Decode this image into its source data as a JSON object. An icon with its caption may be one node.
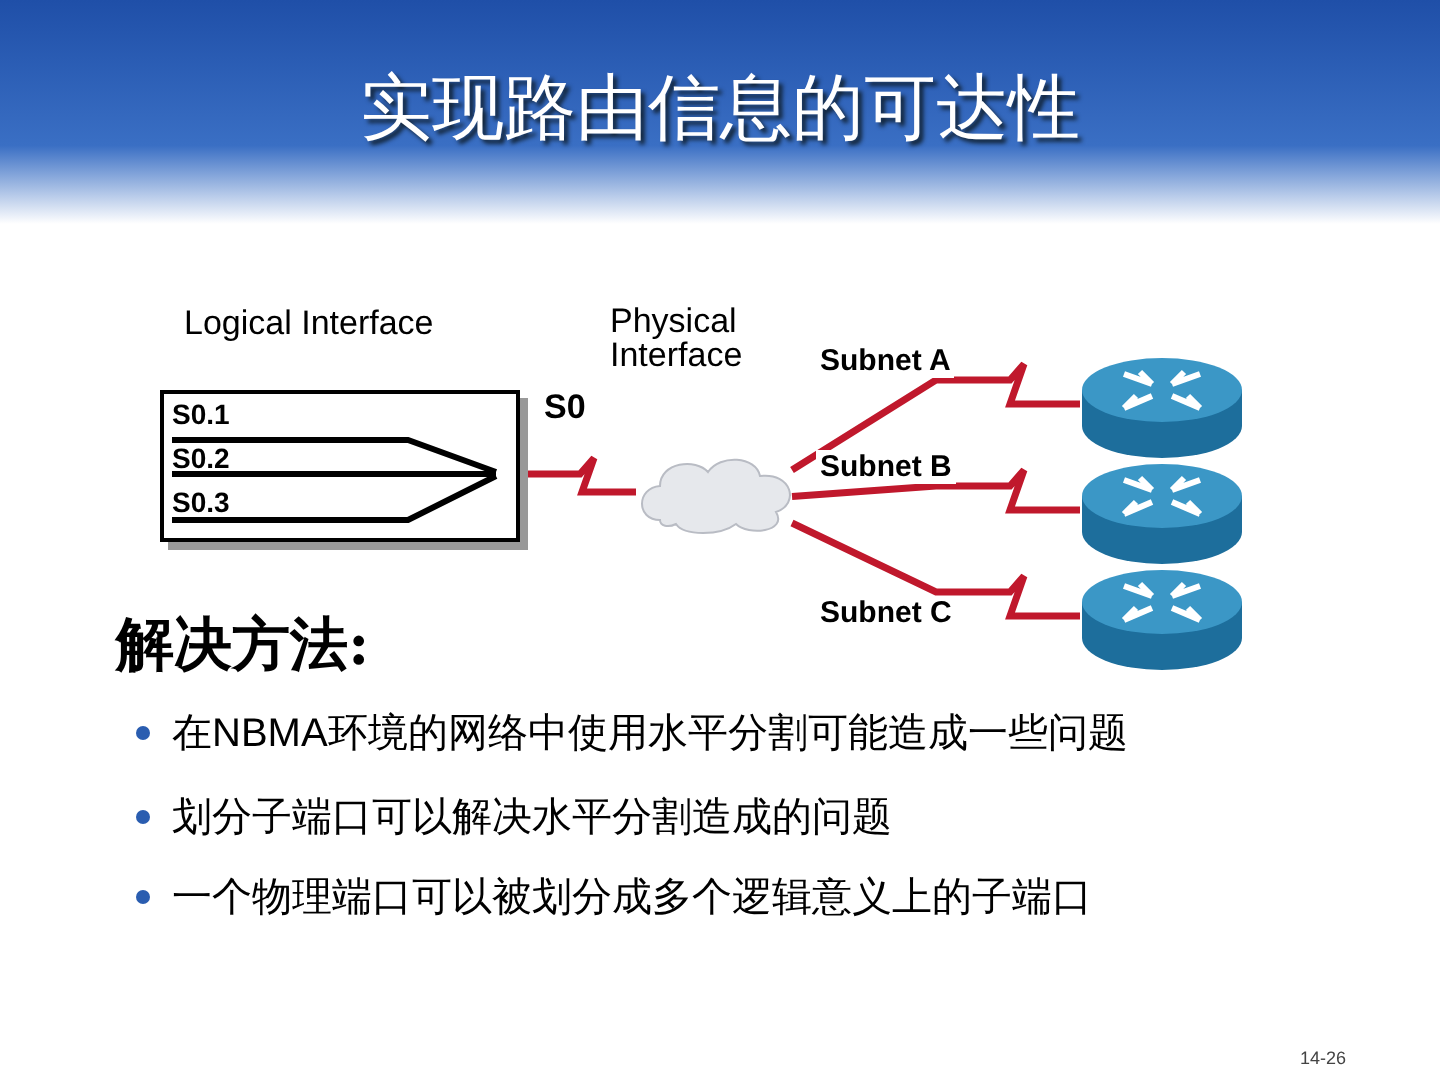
{
  "diagram": {
    "title": "实现路由信息的可达性",
    "nodes": [
      {
        "text": [
          "Logical Interface",
          "S0.1",
          "S0.2",
          "S0.3"
        ]
      },
      {
        "text": [],
        "shape": "cloud"
      },
      {
        "text": [],
        "shape": "cylinder"
      },
      {
        "text": [],
        "shape": "cylinder"
      },
      {
        "text": [],
        "shape": "cylinder"
      }
    ],
    "edges": [
      {
        "from": 0,
        "to": 1,
        "arrow": "none"
      },
      {
        "from": 1,
        "to": 2,
        "arrow": "none",
        "label": "Subnet A"
      },
      {
        "from": 1,
        "to": 3,
        "arrow": "none",
        "label": "Subnet B"
      },
      {
        "from": 1,
        "to": 4,
        "arrow": "none",
        "label": "Subnet C"
      }
    ],
    "labels": [
      "Physical Interface",
      "S0",
      "解决方法:",
      "在NBMA环境的网络中使用水平分割可能造成一些问题",
      "划分子端口可以解决水平分割造成的问题",
      "一个物理端口可以被划分成多个逻辑意义上的子端口",
      "14-26"
    ]
  }
}
